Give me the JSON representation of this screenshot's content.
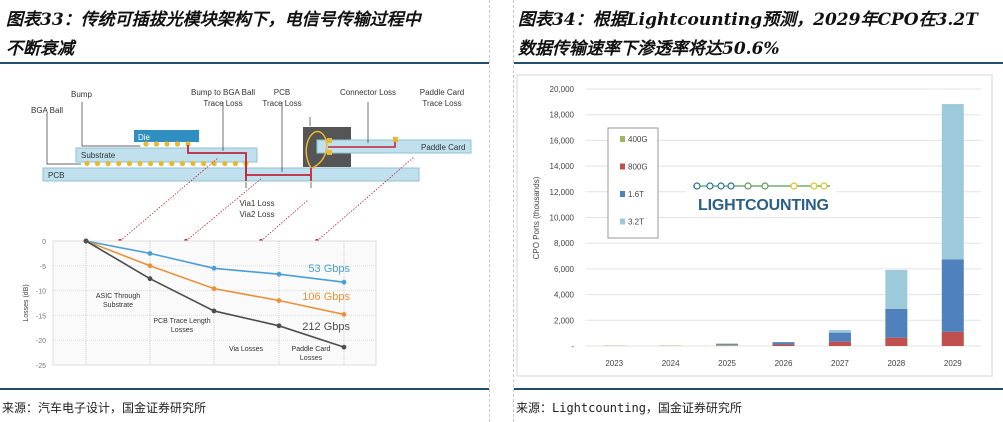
{
  "left": {
    "title_line1": "图表33：传统可插拔光模块架构下，电信号传输过程中",
    "title_line2": "不断衰减",
    "source": "来源：汽车电子设计，国金证券研究所",
    "diagram": {
      "labels": {
        "bga_ball": "BGA Ball",
        "bump": "Bump",
        "bump_to_bga": [
          "Bump to BGA Ball",
          "Trace Loss"
        ],
        "pcb_trace": [
          "PCB",
          "Trace Loss"
        ],
        "connector_loss": "Connector Loss",
        "paddle_trace": [
          "Paddle Card",
          "Trace Loss"
        ],
        "die": "Die",
        "substrate": "Substrate",
        "pcb": "PCB",
        "paddle_card": "Paddle Card",
        "via1": "Via1 Loss",
        "via2": "Via2 Loss"
      }
    }
  },
  "right": {
    "title_line1": "图表34：根据Lightcounting预测，2029年CPO在3.2T",
    "title_line2": "数据传输速率下渗透率将达50.6%",
    "source": "来源：Lightcounting，国金证券研究所",
    "logo_text": "LIGHTCOUNTING"
  },
  "chart_data": [
    {
      "type": "line",
      "ylabel": "Losses (dB)",
      "ylim": [
        -25,
        0
      ],
      "yticks": [
        "0",
        "-5",
        "-10",
        "-15",
        "-20",
        "-25"
      ],
      "ytick_values": [
        0,
        -5,
        -10,
        -15,
        -20,
        -25
      ],
      "stage_labels": [
        [
          "ASIC Through",
          "Substrate"
        ],
        [
          "PCB Trace Length",
          "Losses"
        ],
        [
          "Via Losses"
        ],
        [
          "Paddle Card",
          "Losses"
        ]
      ],
      "series": [
        {
          "name": "53 Gbps",
          "color": "#4a9fd4",
          "values": [
            0,
            -2.5,
            -5.5,
            -6.7,
            -8.3
          ]
        },
        {
          "name": "106 Gbps",
          "color": "#e8933a",
          "values": [
            0,
            -5.0,
            -9.6,
            -12.0,
            -14.8
          ]
        },
        {
          "name": "212 Gbps",
          "color": "#4d4d4d",
          "values": [
            0,
            -7.6,
            -14.1,
            -17.1,
            -21.4
          ]
        }
      ]
    },
    {
      "type": "bar",
      "stacked": true,
      "ylabel": "CPO Ports (thousands)",
      "ylim": [
        0,
        20000
      ],
      "yticks": [
        "-",
        "2,000",
        "4,000",
        "6,000",
        "8,000",
        "10,000",
        "12,000",
        "14,000",
        "16,000",
        "18,000",
        "20,000"
      ],
      "ytick_values": [
        0,
        2000,
        4000,
        6000,
        8000,
        10000,
        12000,
        14000,
        16000,
        18000,
        20000
      ],
      "categories": [
        "2023",
        "2024",
        "2025",
        "2026",
        "2027",
        "2028",
        "2029"
      ],
      "legend_placement": "top-left",
      "series": [
        {
          "name": "400G",
          "color": "#9bbb59",
          "values": [
            30,
            30,
            60,
            0,
            0,
            0,
            0
          ]
        },
        {
          "name": "800G",
          "color": "#c0504d",
          "values": [
            0,
            0,
            40,
            120,
            340,
            650,
            1100
          ]
        },
        {
          "name": "1.6T",
          "color": "#4f81bd",
          "values": [
            0,
            0,
            80,
            180,
            700,
            2230,
            5650
          ]
        },
        {
          "name": "3.2T",
          "color": "#9dcadb",
          "values": [
            0,
            0,
            0,
            0,
            210,
            3040,
            12080
          ]
        }
      ]
    }
  ]
}
